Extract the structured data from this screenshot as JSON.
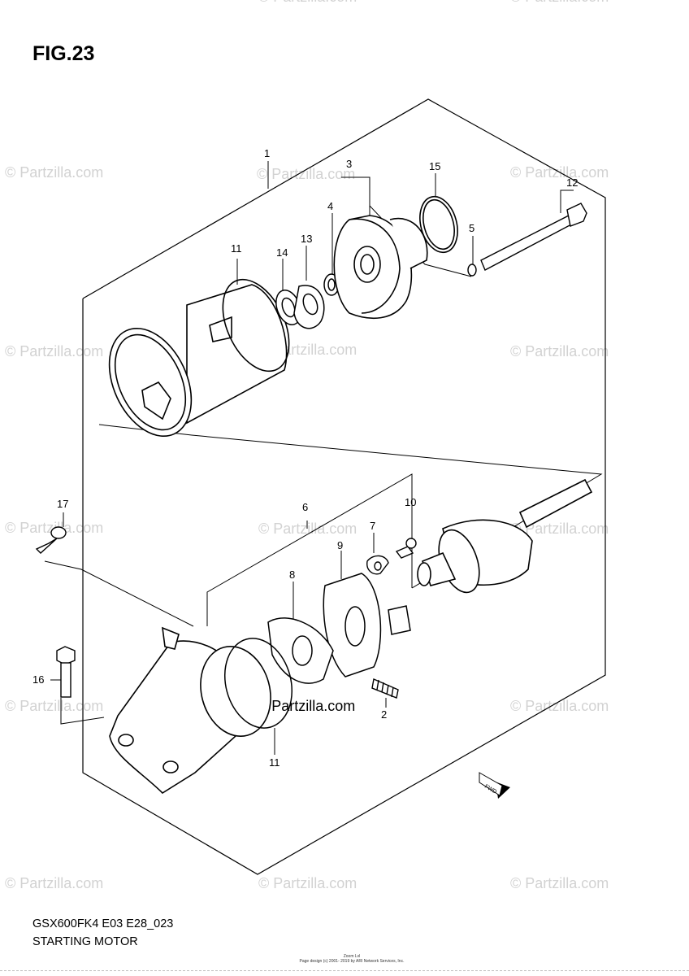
{
  "figure": {
    "title": "FIG.23"
  },
  "footer": {
    "code": "GSX600FK4 E03 E28_023",
    "name": "STARTING MOTOR",
    "fine_print_1": "Zoom Lvl",
    "fine_print_2": "Page design (c) 2001- 2019 by ARI Network Services, Inc."
  },
  "watermark": {
    "text": "© Partzilla.com",
    "color": "#d2d2d2"
  },
  "fwd_label": "FWD",
  "callouts": {
    "c1": "1",
    "c2": "2",
    "c3": "3",
    "c4": "4",
    "c5": "5",
    "c6": "6",
    "c7": "7",
    "c8": "8",
    "c9": "9",
    "c10": "10",
    "c11a": "11",
    "c11b": "11",
    "c12": "12",
    "c13": "13",
    "c14": "14",
    "c15": "15",
    "c16": "16",
    "c17": "17"
  }
}
